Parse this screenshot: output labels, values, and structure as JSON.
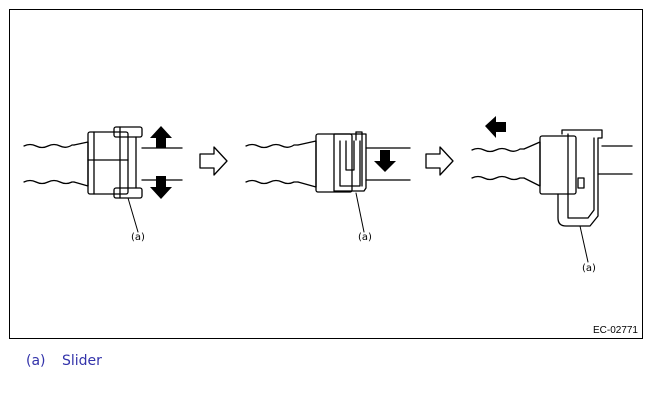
{
  "figure": {
    "code": "EC-02771",
    "callouts": [
      "(a)",
      "(a)",
      "(a)"
    ]
  },
  "legend": {
    "key": "(a)",
    "label": "Slider"
  },
  "colors": {
    "line": "#000000",
    "legend_text": "#3333aa",
    "background": "#ffffff"
  },
  "icons": [
    "arrow-up-icon",
    "arrow-down-icon",
    "arrow-right-outline-icon",
    "arrow-left-icon"
  ]
}
